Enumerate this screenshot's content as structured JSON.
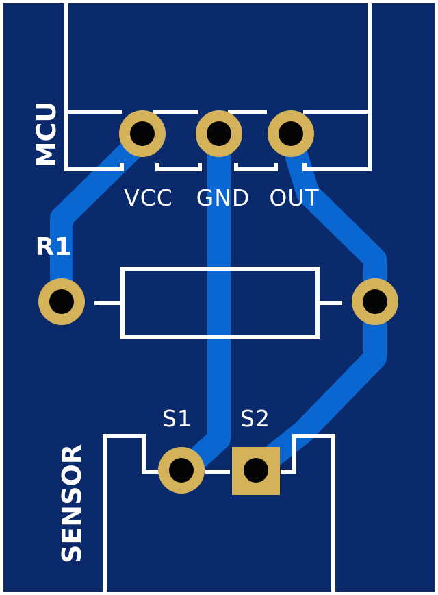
{
  "board": {
    "colors": {
      "substrate": "#0b2a6b",
      "copper_trace": "#0a66d0",
      "silkscreen": "#ffffff",
      "pad_gold": "#d4b25a",
      "pad_hole": "#050505"
    }
  },
  "components": {
    "mcu": {
      "designator": "MCU",
      "pins": [
        "VCC",
        "GND",
        "OUT"
      ]
    },
    "resistor": {
      "designator": "R1"
    },
    "sensor": {
      "designator": "SENSOR",
      "pins": [
        "S1",
        "S2"
      ]
    }
  }
}
